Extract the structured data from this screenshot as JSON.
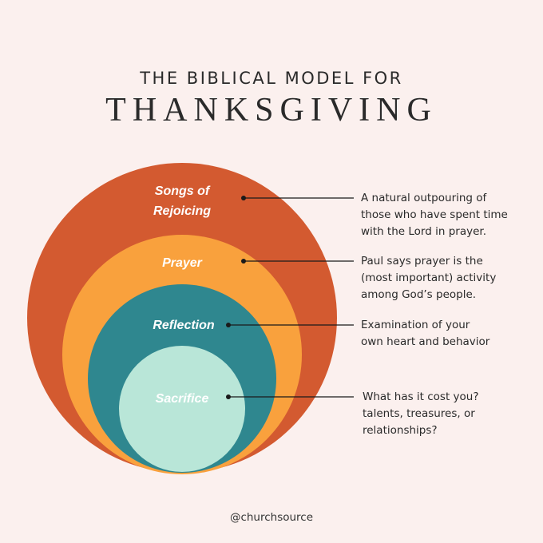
{
  "header": {
    "subtitle": "THE BIBLICAL MODEL FOR",
    "title": "THANKSGIVING"
  },
  "colors": {
    "background": "#fbf0ee",
    "outer_ring": "#d35a30",
    "second_ring": "#f9a13d",
    "third_ring": "#2f878f",
    "inner_circle": "#b9e6d8",
    "text": "#2a2a2a"
  },
  "levels": [
    {
      "name_lines": [
        "Songs of",
        "Rejoicing"
      ],
      "description": "A natural outpouring of\nthose who have spent time\nwith the Lord in prayer."
    },
    {
      "name_lines": [
        "Prayer"
      ],
      "description": "Paul says prayer is the\n(most important) activity\namong God’s people."
    },
    {
      "name_lines": [
        "Reflection"
      ],
      "description": "Examination of your\nown heart and behavior"
    },
    {
      "name_lines": [
        "Sacrifice"
      ],
      "description": "What has it cost you?\ntalents, treasures, or\nrelationships?"
    }
  ],
  "footer": {
    "handle": "@churchsource"
  }
}
